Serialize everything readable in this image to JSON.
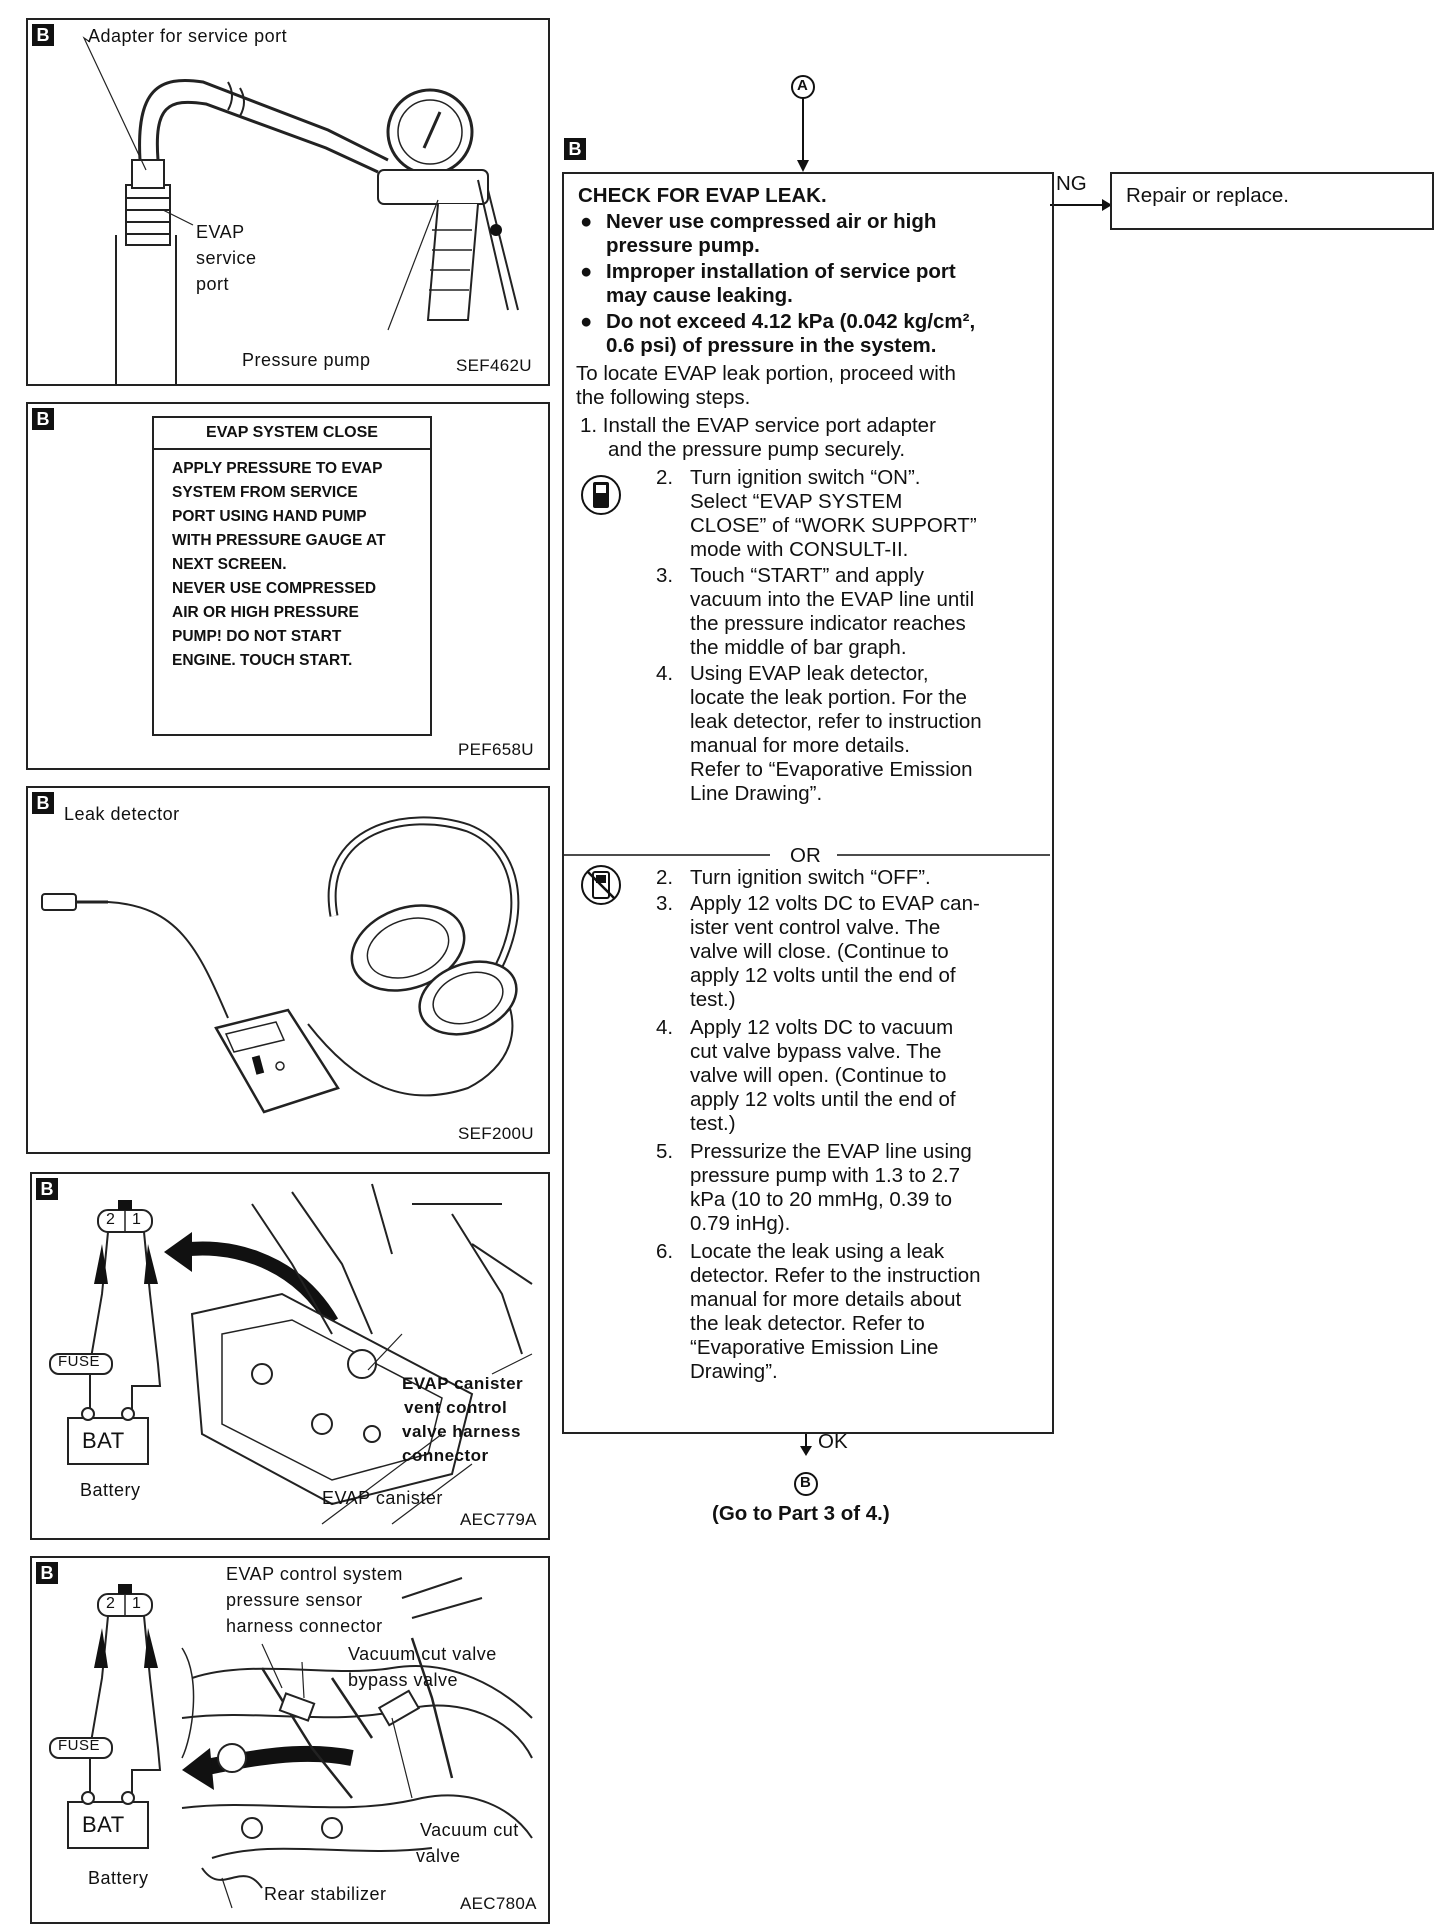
{
  "panels": {
    "p1": {
      "marker": "B",
      "adapter_label": "Adapter for service port",
      "evap_label": [
        "EVAP",
        "service",
        "port"
      ],
      "pump_label": "Pressure pump",
      "code": "SEF462U"
    },
    "p2": {
      "marker": "B",
      "box_title": "EVAP SYSTEM CLOSE",
      "box_lines": [
        "APPLY PRESSURE TO EVAP",
        "SYSTEM FROM SERVICE",
        "PORT USING HAND PUMP",
        "WITH PRESSURE GAUGE AT",
        "NEXT SCREEN.",
        "NEVER USE COMPRESSED",
        "AIR OR HIGH PRESSURE",
        "PUMP! DO NOT START",
        "ENGINE. TOUCH START."
      ],
      "code": "PEF658U"
    },
    "p3": {
      "marker": "B",
      "title": "Leak detector",
      "code": "SEF200U"
    },
    "p4": {
      "marker": "B",
      "connector_pins": [
        "2",
        "1"
      ],
      "fuse": "FUSE",
      "bat": "BAT",
      "battery": "Battery",
      "callout": [
        "EVAP canister",
        "vent control",
        "valve harness",
        "connector"
      ],
      "canister": "EVAP canister",
      "code": "AEC779A"
    },
    "p5": {
      "marker": "B",
      "connector_pins": [
        "2",
        "1"
      ],
      "sensor_label": [
        "EVAP control system",
        "pressure sensor",
        "harness connector"
      ],
      "bypass_label": [
        "Vacuum cut valve",
        "bypass valve"
      ],
      "fuse": "FUSE",
      "bat": "BAT",
      "battery": "Battery",
      "cut_label": [
        "Vacuum cut",
        "valve"
      ],
      "stabilizer": "Rear stabilizer",
      "code": "AEC780A"
    }
  },
  "flow": {
    "marker": "B",
    "node_in": "A",
    "node_out": "B",
    "ng": "NG",
    "ok": "OK",
    "repair": "Repair or replace.",
    "go_to": "(Go to Part 3 of 4.)",
    "title": "CHECK FOR EVAP LEAK.",
    "bullets": [
      [
        "Never use compressed air or high",
        "pressure pump."
      ],
      [
        "Improper installation of service port",
        "may cause leaking."
      ],
      [
        "Do not exceed 4.12 kPa (0.042 kg/cm²,",
        "0.6 psi) of pressure in the system."
      ]
    ],
    "intro": [
      "To locate EVAP leak portion, proceed with",
      "the following steps."
    ],
    "step1": [
      "1.  Install the EVAP service port adapter",
      "and the pressure pump securely."
    ],
    "consult_steps": [
      {
        "n": "2.",
        "lines": [
          "Turn ignition switch “ON”.",
          "Select “EVAP SYSTEM",
          "CLOSE” of “WORK SUPPORT”",
          "mode with CONSULT-II."
        ]
      },
      {
        "n": "3.",
        "lines": [
          "Touch “START” and apply",
          "vacuum into the EVAP line until",
          "the pressure indicator reaches",
          "the middle of bar graph."
        ]
      },
      {
        "n": "4.",
        "lines": [
          "Using EVAP leak detector,",
          "locate the leak portion. For the",
          "leak detector, refer to instruction",
          "manual for more details.",
          "Refer to “Evaporative Emission",
          "Line Drawing”."
        ]
      }
    ],
    "or": "OR",
    "manual_steps": [
      {
        "n": "2.",
        "lines": [
          "Turn ignition switch “OFF”."
        ]
      },
      {
        "n": "3.",
        "lines": [
          "Apply 12 volts DC to EVAP can-",
          "ister vent control valve. The",
          "valve will close. (Continue to",
          "apply 12 volts until the end of",
          "test.)"
        ]
      },
      {
        "n": "4.",
        "lines": [
          "Apply 12 volts DC to vacuum",
          "cut valve bypass valve. The",
          "valve will open. (Continue to",
          "apply 12 volts until the end of",
          "test.)"
        ]
      },
      {
        "n": "5.",
        "lines": [
          "Pressurize the EVAP line using",
          "pressure pump with 1.3 to 2.7",
          "kPa (10 to 20 mmHg, 0.39 to",
          "0.79 inHg)."
        ]
      },
      {
        "n": "6.",
        "lines": [
          "Locate the leak using a leak",
          "detector. Refer to the instruction",
          "manual for more details about",
          "the leak detector. Refer to",
          "“Evaporative Emission Line",
          "Drawing”."
        ]
      }
    ]
  }
}
